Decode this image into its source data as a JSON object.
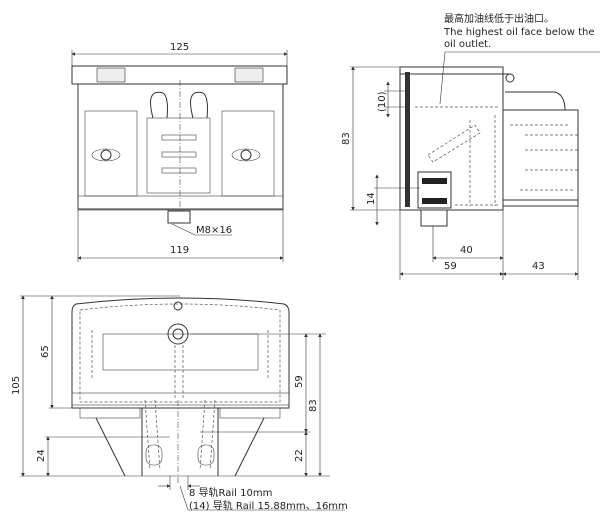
{
  "note": {
    "cn": "最高加油线低于出油口。",
    "en_line1": "The highest oil face below the",
    "en_line2": "oil outlet."
  },
  "top_view": {
    "width_top": "125",
    "width_bottom": "119",
    "bolt": "M8×16"
  },
  "side_view": {
    "height": "83",
    "oil_gap": "(10)",
    "outlet_height": "14",
    "outlet_offset": "40",
    "depth": "59",
    "bracket_depth": "43"
  },
  "front_view": {
    "total_height": "105",
    "body_height": "65",
    "mount_height": "59",
    "mount_total": "83",
    "rail_gap": "22",
    "leg_height": "24"
  },
  "rail_note": {
    "line1": "8 导轨Rail 10mm",
    "line2": "(14) 导轨 Rail 15.88mm、16mm"
  }
}
